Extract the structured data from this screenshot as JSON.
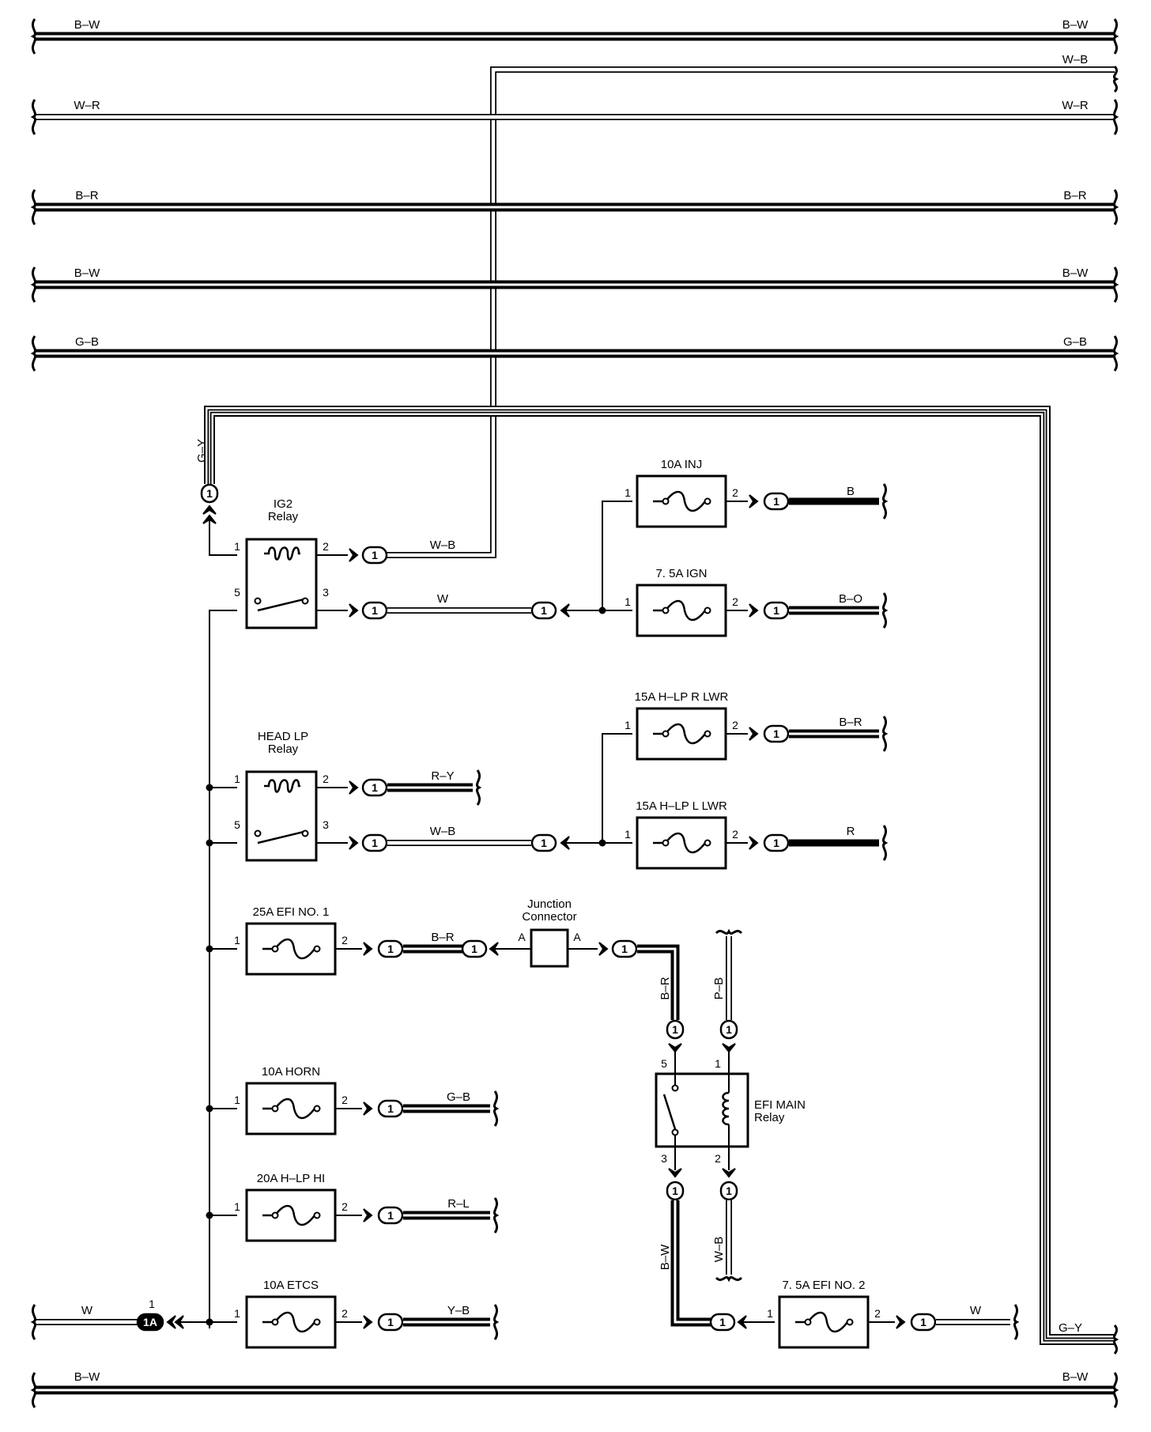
{
  "buses": [
    {
      "id": "bus-1",
      "color": "B–W",
      "style": "dark"
    },
    {
      "id": "bus-2",
      "color": "W–B",
      "style": "light"
    },
    {
      "id": "bus-3",
      "color": "W–R",
      "style": "light"
    },
    {
      "id": "bus-4",
      "color": "B–R",
      "style": "dark"
    },
    {
      "id": "bus-5",
      "color": "B–W",
      "style": "dark"
    },
    {
      "id": "bus-6",
      "color": "G–B",
      "style": "dark"
    },
    {
      "id": "bus-bottom",
      "color": "B–W",
      "style": "dark"
    }
  ],
  "relays": {
    "ig2": {
      "title": "IG2\nRelay",
      "pins": [
        "1",
        "2",
        "5",
        "3"
      ]
    },
    "head_lp": {
      "title": "HEAD LP\nRelay",
      "pins": [
        "1",
        "2",
        "5",
        "3"
      ]
    },
    "efi_main": {
      "title": "EFI MAIN\nRelay",
      "pins": [
        "5",
        "1",
        "3",
        "2"
      ]
    }
  },
  "fuses": {
    "inj": {
      "label": "10A INJ",
      "in": "1",
      "out": "2"
    },
    "ign": {
      "label": "7. 5A IGN",
      "in": "1",
      "out": "2"
    },
    "hlp_r_lwr": {
      "label": "15A H–LP R LWR",
      "in": "1",
      "out": "2"
    },
    "hlp_l_lwr": {
      "label": "15A H–LP L LWR",
      "in": "1",
      "out": "2"
    },
    "efi_no1": {
      "label": "25A EFI NO. 1",
      "in": "1",
      "out": "2"
    },
    "horn": {
      "label": "10A HORN",
      "in": "1",
      "out": "2"
    },
    "hlp_hi": {
      "label": "20A H–LP HI",
      "in": "1",
      "out": "2"
    },
    "etcs": {
      "label": "10A ETCS",
      "in": "1",
      "out": "2"
    },
    "efi_no2": {
      "label": "7. 5A EFI NO. 2",
      "in": "1",
      "out": "2"
    }
  },
  "junction": {
    "title": "Junction\nConnector",
    "pin_left": "A",
    "pin_right": "A"
  },
  "wires": {
    "g_y": "G–Y",
    "ig2_out": "W–B",
    "ig2_sw": "W",
    "inj_out": "B",
    "ign_out": "B–O",
    "hlp_coil_out": "R–Y",
    "hlp_sw": "W–B",
    "hlp_r_out": "B–R",
    "hlp_l_out": "R",
    "efi1_out": "B–R",
    "efi_sw_in": "B–R",
    "efi_coil_in": "P–B",
    "efi_sw_out": "B–W",
    "efi_coil_out": "W–B",
    "horn_out": "G–B",
    "hlp_hi_out": "R–L",
    "etcs_out": "Y–B",
    "input": "W",
    "efi2_out": "W",
    "g_y_right": "G–Y"
  },
  "connectors": {
    "default": "1",
    "input": "1A",
    "input_pin": "1"
  }
}
